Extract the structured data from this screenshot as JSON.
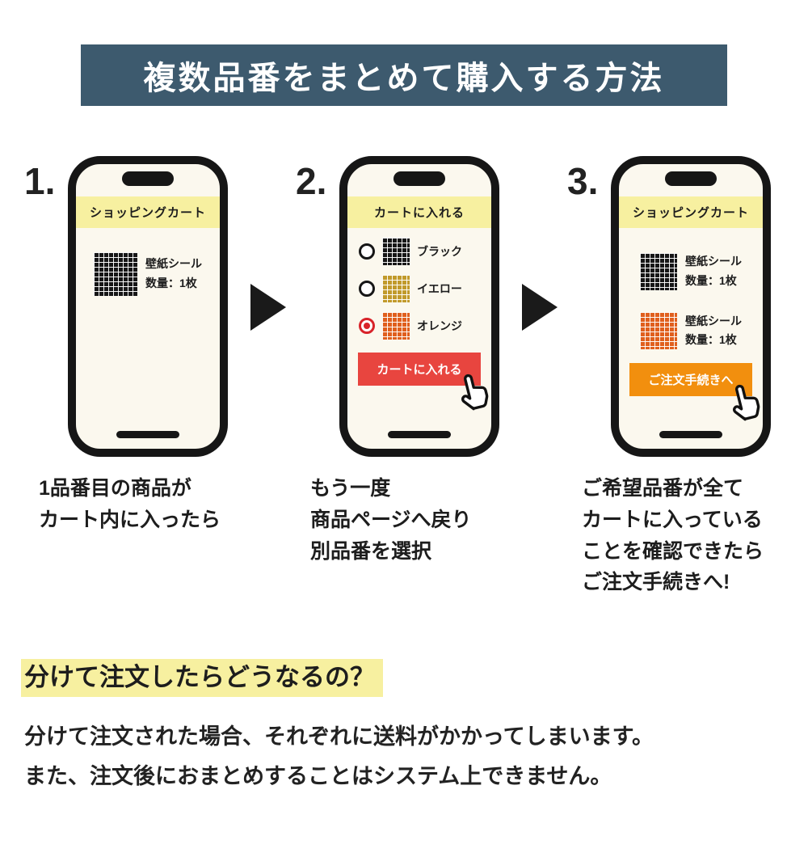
{
  "banner": {
    "title": "複数品番をまとめて購入する方法",
    "bg": "#3d5a6e"
  },
  "steps": [
    {
      "number": "1.",
      "phone": {
        "header": "ショッピングカート",
        "items": [
          {
            "swatch": "black",
            "name": "壁紙シール",
            "qty": "数量：1枚"
          }
        ]
      },
      "caption": "1品番目の商品が\nカート内に入ったら"
    },
    {
      "number": "2.",
      "phone": {
        "header": "カートに入れる",
        "options": [
          {
            "label": "ブラック",
            "swatch": "black",
            "selected": false
          },
          {
            "label": "イエロー",
            "swatch": "yellow",
            "selected": false
          },
          {
            "label": "オレンジ",
            "swatch": "orange",
            "selected": true
          }
        ],
        "button": {
          "label": "カートに入れる",
          "color": "#e8453f"
        }
      },
      "caption": "もう一度\n商品ページへ戻り\n別品番を選択"
    },
    {
      "number": "3.",
      "phone": {
        "header": "ショッピングカート",
        "items": [
          {
            "swatch": "black",
            "name": "壁紙シール",
            "qty": "数量：1枚"
          },
          {
            "swatch": "orange",
            "name": "壁紙シール",
            "qty": "数量：1枚"
          }
        ],
        "button": {
          "label": "ご注文手続きへ",
          "color": "#f28f0e"
        }
      },
      "caption": "ご希望品番が全て\nカートに入っている\nことを確認できたら\nご注文手続きへ!"
    }
  ],
  "footer": {
    "heading": "分けて注文したらどうなるの？",
    "body": "分けて注文された場合、それぞれに送料がかかってしまいます。\nまた、注文後におまとめすることはシステム上できません。"
  },
  "colors": {
    "banner_bg": "#3d5a6e",
    "header_yellow": "#f7f0a0",
    "red_button": "#e8453f",
    "orange_button": "#f28f0e",
    "selected_radio": "#d8232a"
  }
}
